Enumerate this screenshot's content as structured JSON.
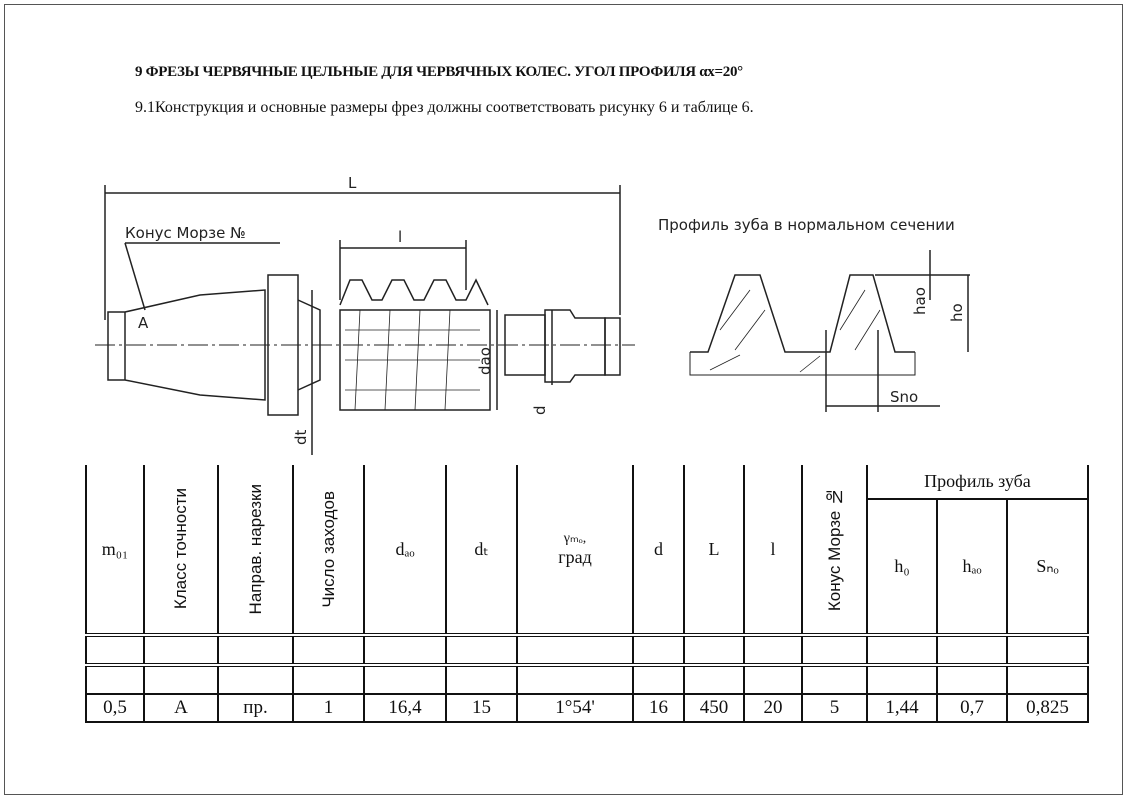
{
  "heading": "9 ФРЕЗЫ ЧЕРВЯЧНЫЕ ЦЕЛЬНЫЕ ДЛЯ ЧЕРВЯЧНЫХ КОЛЕС. УГОЛ ПРОФИЛЯ αx=20°",
  "subheading": "9.1Конструкция и основные размеры фрез должны соответствовать рисунку 6 и таблице 6.",
  "drawing": {
    "L": "L",
    "l": "l",
    "morse": "Конус Морзе №",
    "dao": "dao",
    "d": "d",
    "dt": "dt",
    "profile_title": "Профиль зуба в нормальном сечении",
    "hao": "hao",
    "ho": "ho",
    "sno": "Sno"
  },
  "table": {
    "headers": [
      "m₀₁",
      "Класс точности",
      "Направ. нарезки",
      "Число заходов",
      "dₐₒ",
      "dₜ",
      "γₘₒ,",
      "град",
      "d",
      "L",
      "l",
      "Конус Морзе №",
      "h₀",
      "hₐₒ",
      "Sₙₒ"
    ],
    "group": "Профиль зуба",
    "row": [
      "0,5",
      "А",
      "пр.",
      "1",
      "16,4",
      "15",
      "1°54'",
      "16",
      "450",
      "20",
      "5",
      "1,44",
      "0,7",
      "0,825"
    ]
  }
}
